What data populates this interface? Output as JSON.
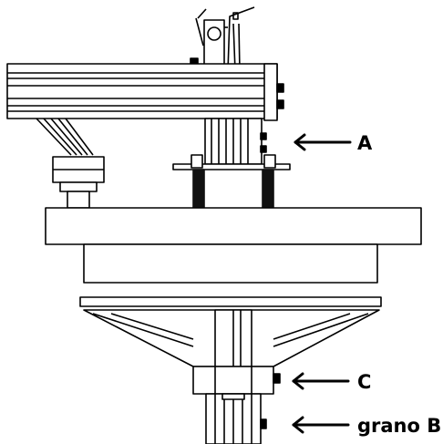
{
  "labels": {
    "a": "A",
    "c": "C",
    "b": "grano B"
  },
  "colors": {
    "line": "#000000",
    "fill": "#ffffff",
    "spring": "#111111"
  }
}
